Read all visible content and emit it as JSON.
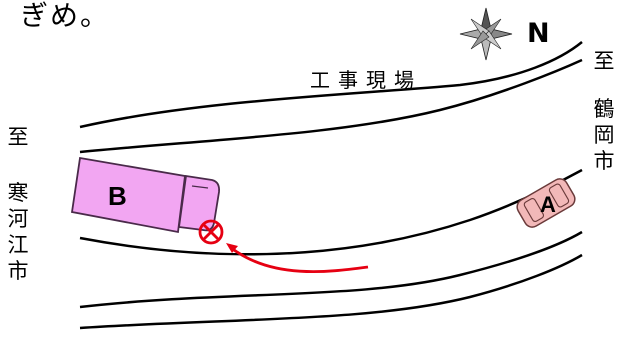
{
  "top_text_fragment": "ぎめ。",
  "north_label": "N",
  "site_label": "工事現場",
  "destination_right": [
    "至",
    "鶴",
    "岡",
    "市"
  ],
  "destination_left_top": "至",
  "destination_left": [
    "寒",
    "河",
    "江",
    "市"
  ],
  "vehicle_b_label": "B",
  "vehicle_a_label": "A",
  "colors": {
    "truck": "#f2a6f2",
    "truck_stroke": "#4a2a4a",
    "car": "#f2b8b8",
    "path": "#e60012",
    "compass": "#9a9a9a"
  },
  "icons": {
    "compass": "compass-rose-icon",
    "collision": "collision-mark-icon"
  }
}
